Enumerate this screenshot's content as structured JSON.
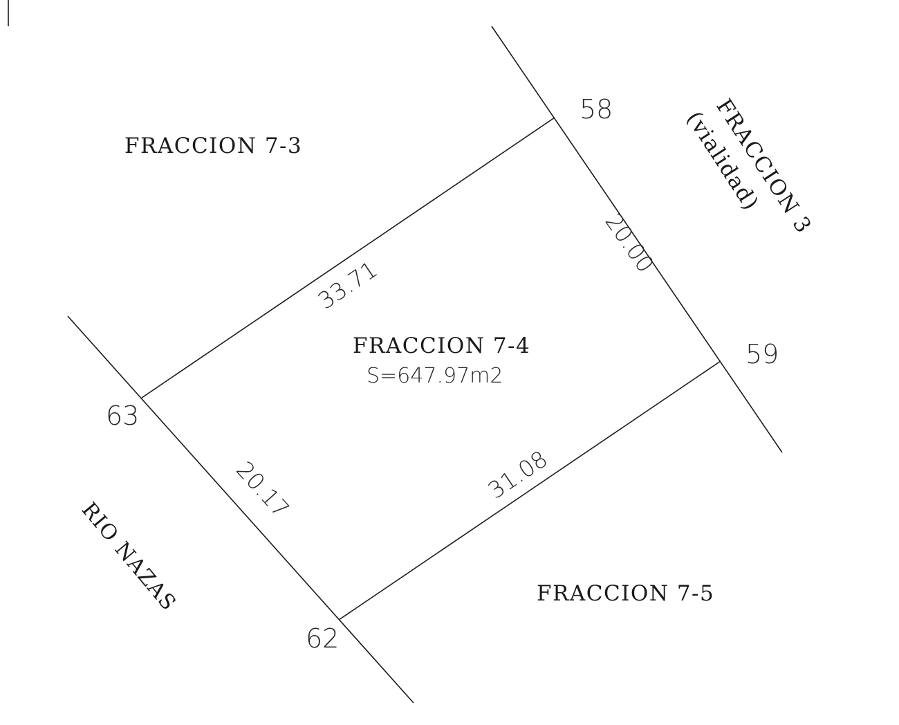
{
  "parcels": {
    "main": {
      "name": "FRACCION 7-4",
      "area": "S=647.97m2"
    },
    "north": "FRACCION 7-3",
    "south": "FRACCION 7-5",
    "east_line1": "FRACCION 3",
    "east_line2": "(vialidad)",
    "west": "RIO NAZAS"
  },
  "vertices": {
    "v58": "58",
    "v59": "59",
    "v62": "62",
    "v63": "63"
  },
  "dimensions": {
    "top": "33.71",
    "right": "20.00",
    "bottom": "31.08",
    "left": "20.17"
  }
}
